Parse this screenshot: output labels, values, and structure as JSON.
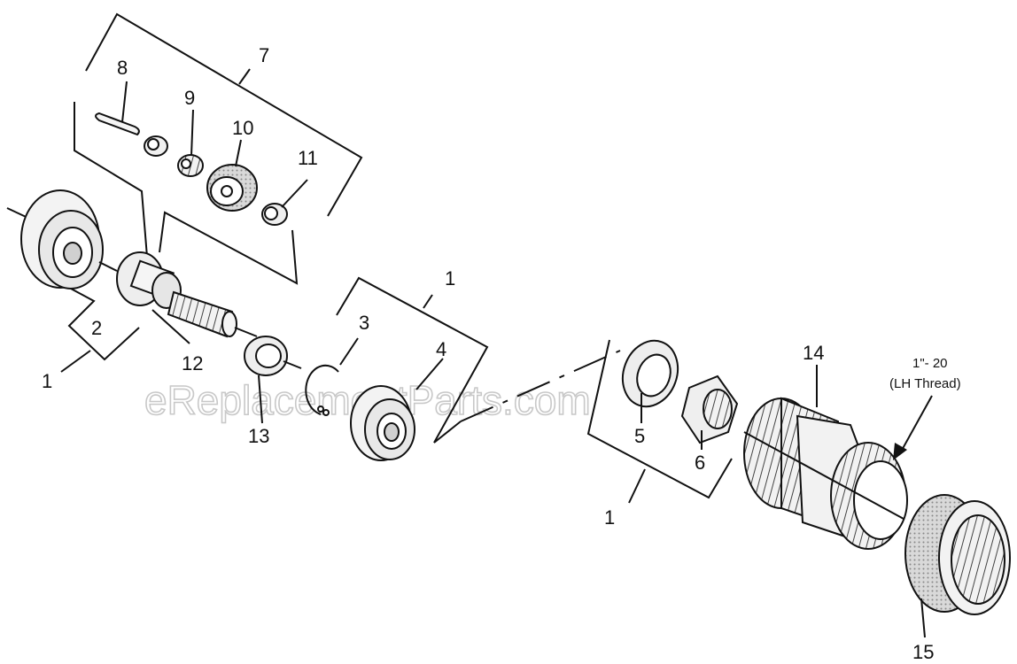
{
  "labels": {
    "l1a": "1",
    "l1b": "1",
    "l1c": "1",
    "l2": "2",
    "l3": "3",
    "l4": "4",
    "l5": "5",
    "l6": "6",
    "l7": "7",
    "l8": "8",
    "l9": "9",
    "l10": "10",
    "l11": "11",
    "l12": "12",
    "l13": "13",
    "l14": "14",
    "l15": "15"
  },
  "thread_note": {
    "line1": "1\"- 20",
    "line2": "(LH Thread)"
  },
  "watermark": "eReplacementParts.com"
}
